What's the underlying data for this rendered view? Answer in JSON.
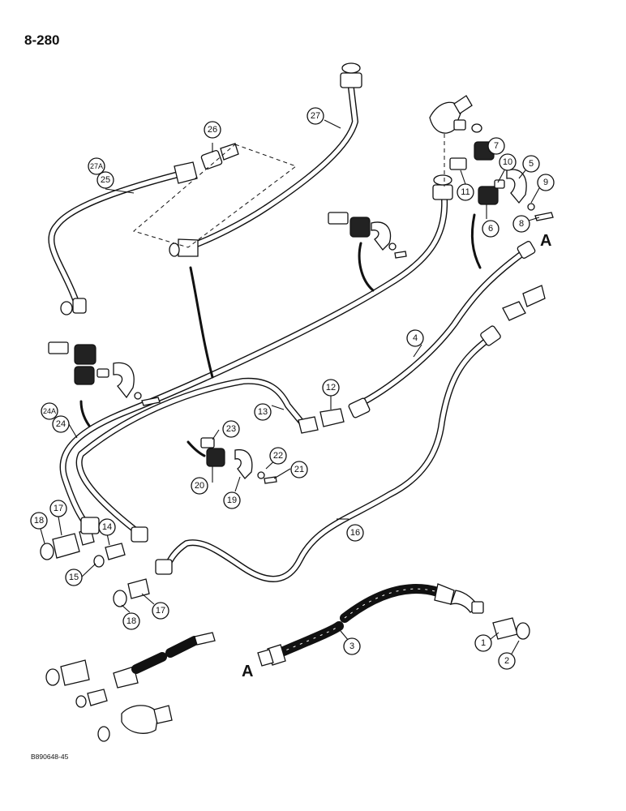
{
  "page_number": "8-280",
  "figure_code": "B890648-45",
  "connection_marker": "A",
  "callouts": [
    {
      "id": "c1",
      "label": "1"
    },
    {
      "id": "c2",
      "label": "2"
    },
    {
      "id": "c3",
      "label": "3"
    },
    {
      "id": "c4",
      "label": "4"
    },
    {
      "id": "c5",
      "label": "5"
    },
    {
      "id": "c6",
      "label": "6"
    },
    {
      "id": "c7",
      "label": "7"
    },
    {
      "id": "c8",
      "label": "8"
    },
    {
      "id": "c9",
      "label": "9"
    },
    {
      "id": "c10",
      "label": "10"
    },
    {
      "id": "c11",
      "label": "11"
    },
    {
      "id": "c12",
      "label": "12"
    },
    {
      "id": "c13",
      "label": "13"
    },
    {
      "id": "c14",
      "label": "14"
    },
    {
      "id": "c15",
      "label": "15"
    },
    {
      "id": "c16",
      "label": "16"
    },
    {
      "id": "c17a",
      "label": "17"
    },
    {
      "id": "c17b",
      "label": "17"
    },
    {
      "id": "c18a",
      "label": "18"
    },
    {
      "id": "c18b",
      "label": "18"
    },
    {
      "id": "c19",
      "label": "19"
    },
    {
      "id": "c20",
      "label": "20"
    },
    {
      "id": "c21",
      "label": "21"
    },
    {
      "id": "c22",
      "label": "22"
    },
    {
      "id": "c23",
      "label": "23"
    },
    {
      "id": "c24",
      "label": "24"
    },
    {
      "id": "c24a",
      "label": "24A"
    },
    {
      "id": "c25",
      "label": "25"
    },
    {
      "id": "c26",
      "label": "26"
    },
    {
      "id": "c27",
      "label": "27"
    },
    {
      "id": "c27a",
      "label": "27A"
    }
  ]
}
